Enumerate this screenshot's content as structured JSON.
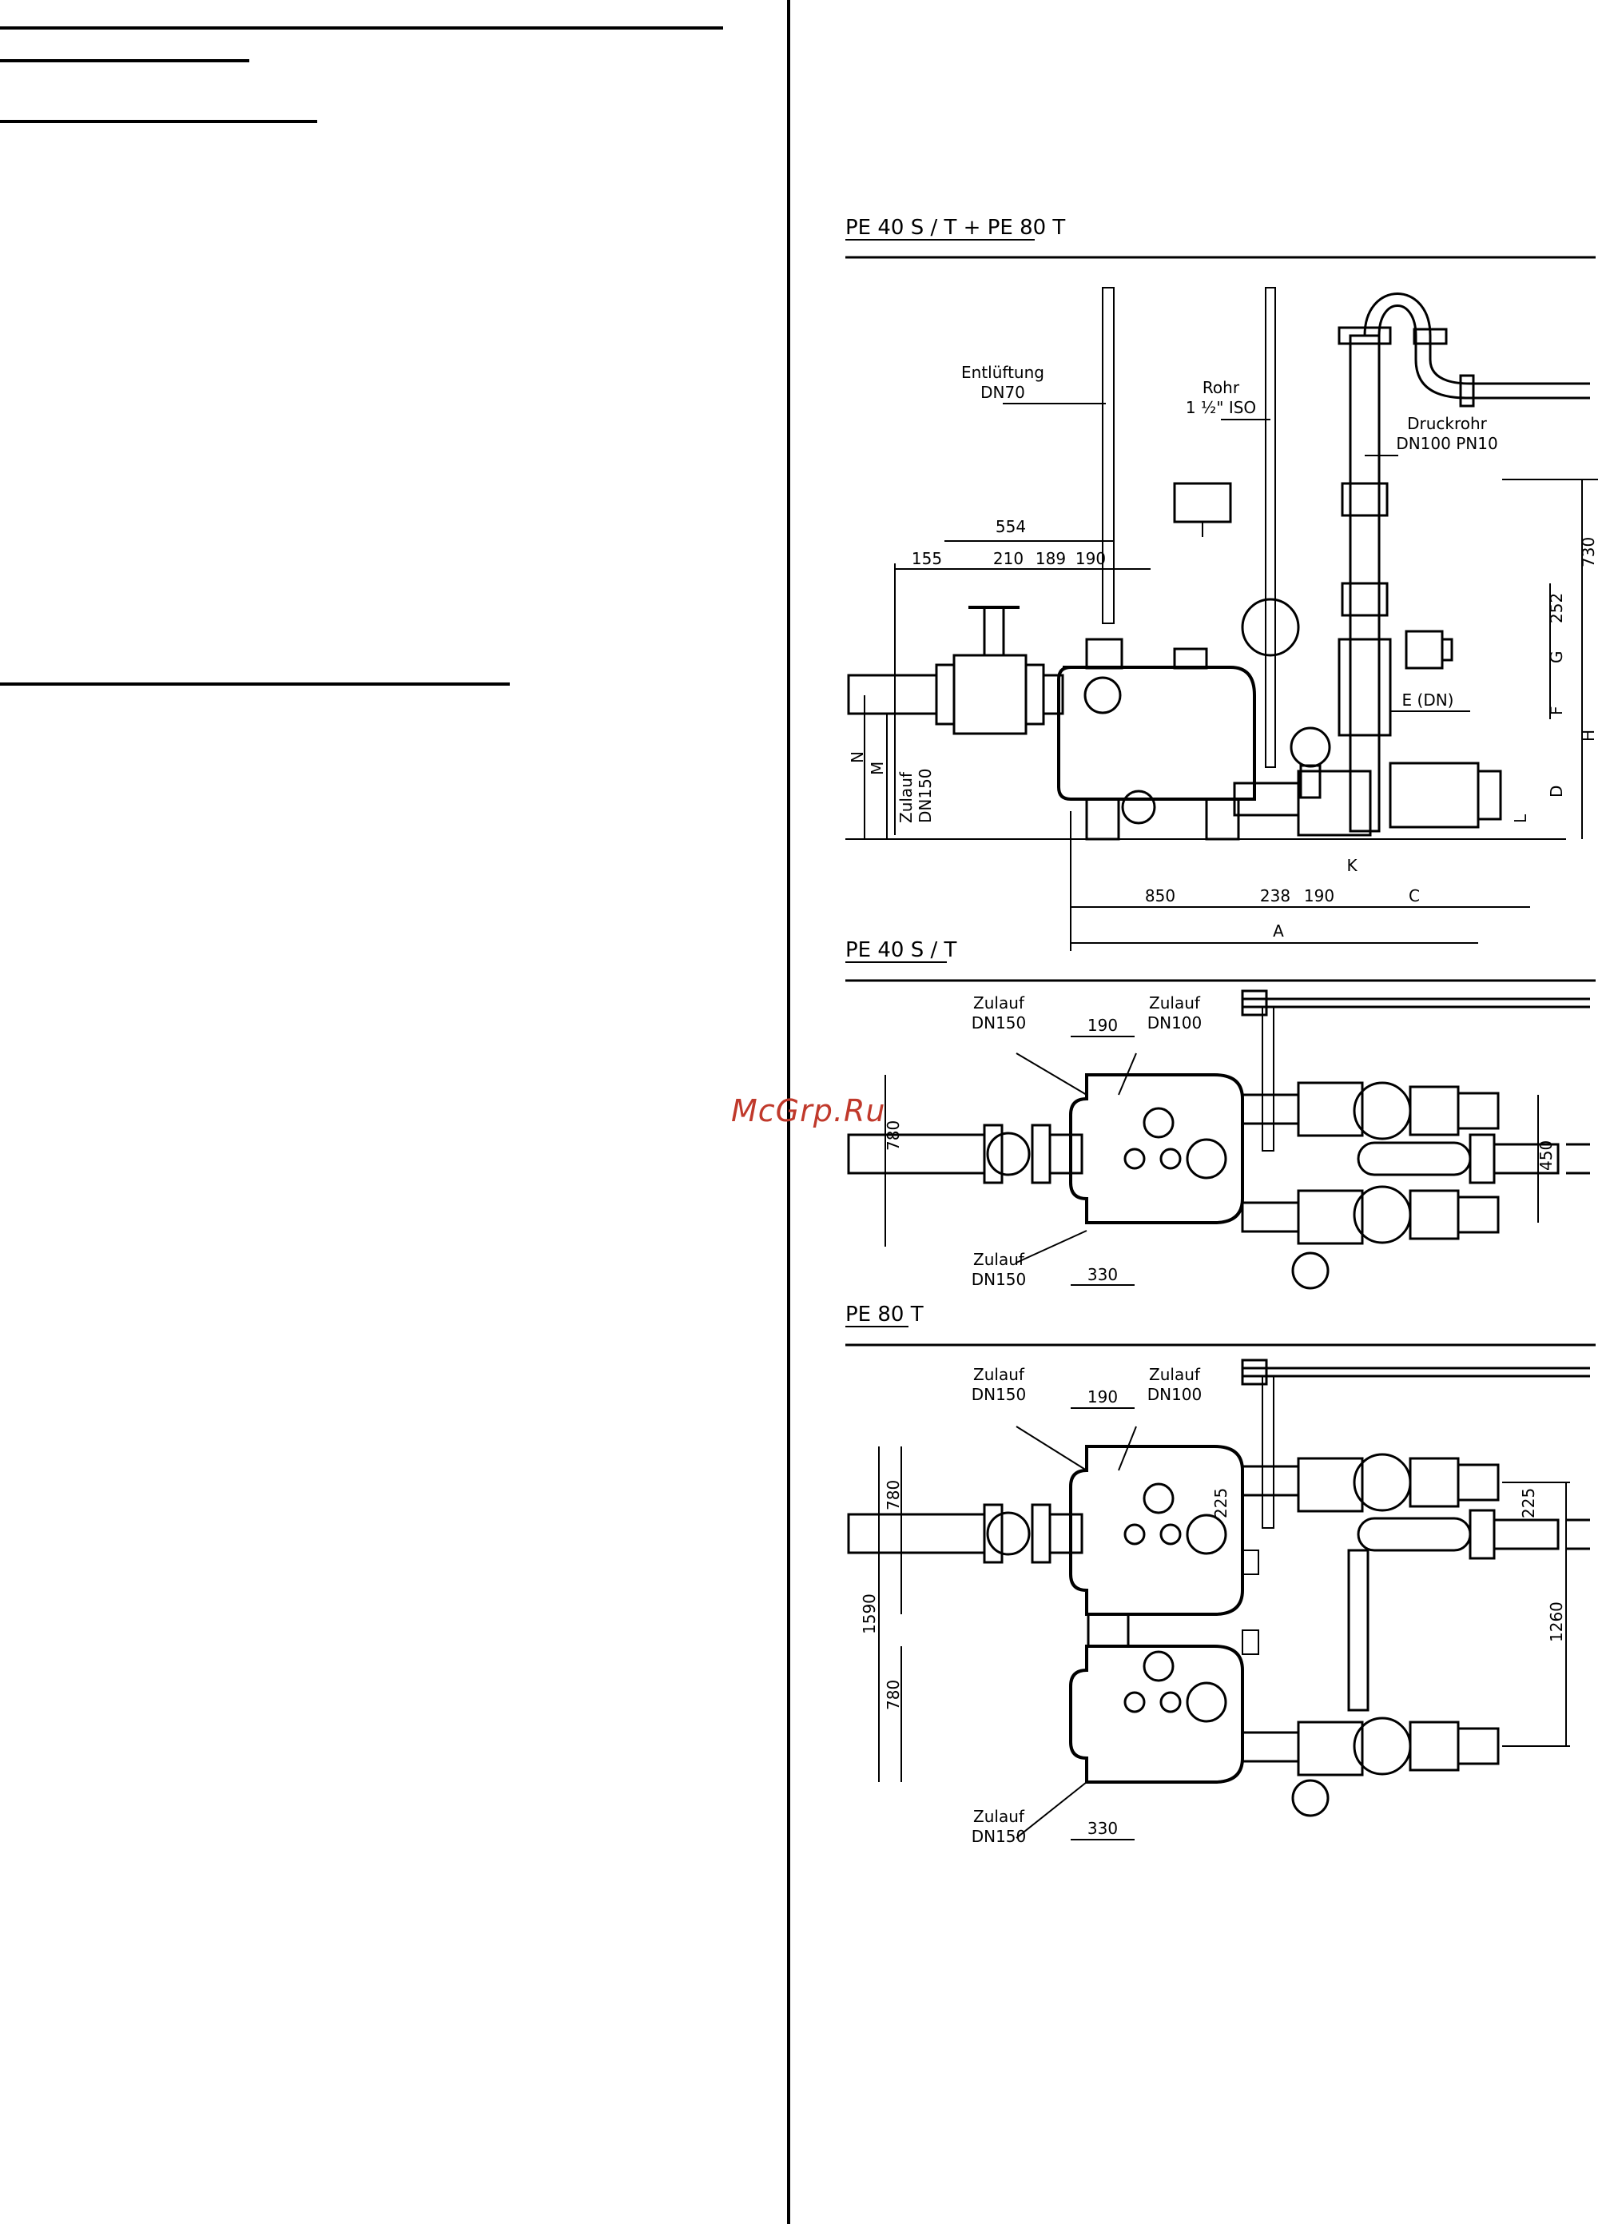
{
  "watermark": "McGrp.Ru",
  "colors": {
    "line": "#000000",
    "watermark": "#c0392b"
  },
  "section1": {
    "title": "PE 40 S / T + PE 80 T",
    "labels": {
      "vent": "Entlüftung",
      "vent_dn": "DN70",
      "pipe": "Rohr",
      "pipe_size": "1 ½\" ISO",
      "pressure": "Druckrohr",
      "pressure_dn": "DN100 PN10",
      "inlet": "Zulauf",
      "inlet_dn": "DN150",
      "e_dn": "E (DN)"
    },
    "dims": {
      "d554": "554",
      "d155": "155",
      "d210": "210",
      "d189": "189",
      "d190": "190",
      "d850": "850",
      "d238": "238",
      "d190b": "190",
      "C": "C",
      "A": "A",
      "K": "K",
      "d730": "730",
      "d252": "252",
      "G": "G",
      "F": "F",
      "H": "H",
      "D": "D",
      "L": "L",
      "N": "N",
      "M": "M"
    }
  },
  "section2": {
    "title": "PE 40 S / T",
    "labels": {
      "inlet_a": "Zulauf",
      "inlet_a_dn": "DN150",
      "inlet_b": "Zulauf",
      "inlet_b_dn": "DN100",
      "inlet_c": "Zulauf",
      "inlet_c_dn": "DN150"
    },
    "dims": {
      "d190": "190",
      "d780": "780",
      "d330": "330",
      "d450": "450"
    }
  },
  "section3": {
    "title": "PE 80 T",
    "labels": {
      "inlet_a": "Zulauf",
      "inlet_a_dn": "DN150",
      "inlet_b": "Zulauf",
      "inlet_b_dn": "DN100",
      "inlet_c": "Zulauf",
      "inlet_c_dn": "DN150"
    },
    "dims": {
      "d190": "190",
      "d780a": "780",
      "d225": "225",
      "d225b": "225",
      "d1590": "1590",
      "d780b": "780",
      "d1260": "1260",
      "d330": "330"
    }
  }
}
